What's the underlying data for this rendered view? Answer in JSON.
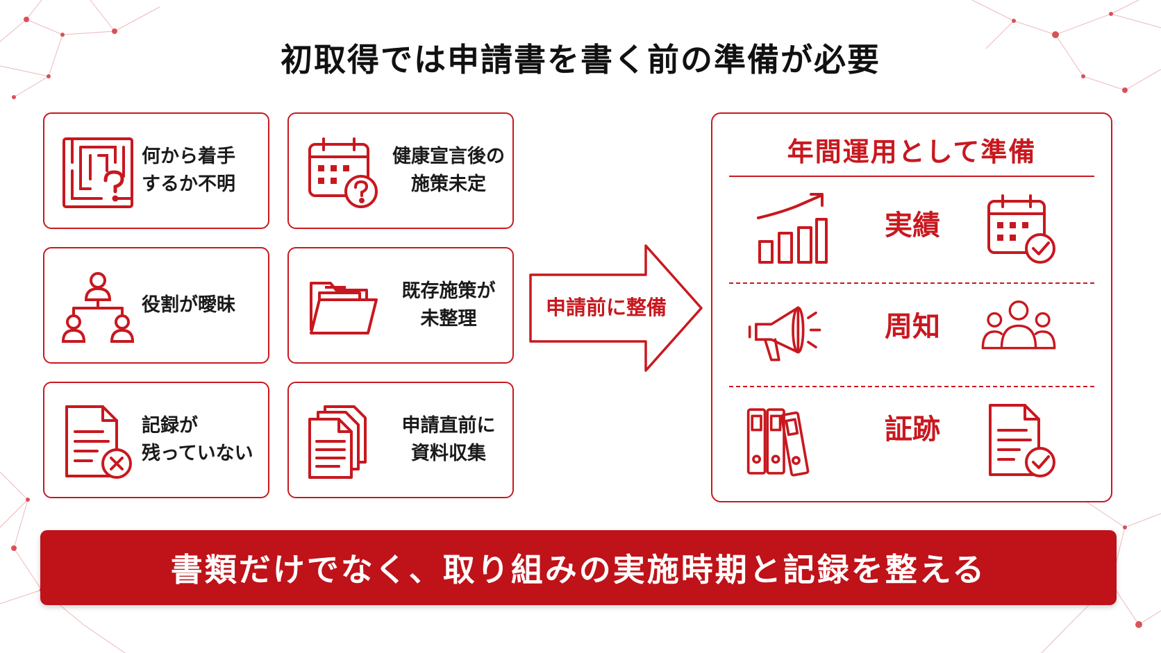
{
  "title": "初取得では申請書を書く前の準備が必要",
  "colors": {
    "accent": "#c8181f",
    "banner": "#bf1219",
    "text": "#1a1a1a"
  },
  "problems": [
    {
      "icon": "maze-question-icon",
      "lines": [
        "何から着手",
        "するか不明"
      ]
    },
    {
      "icon": "calendar-question-icon",
      "lines": [
        "健康宣言後の",
        "施策未定"
      ]
    },
    {
      "icon": "org-chart-icon",
      "lines": [
        "役割が曖昧"
      ]
    },
    {
      "icon": "folder-icon",
      "lines": [
        "既存施策が",
        "未整理"
      ]
    },
    {
      "icon": "document-x-icon",
      "lines": [
        "記録が",
        "残っていない"
      ]
    },
    {
      "icon": "stacked-documents-icon",
      "lines": [
        "申請直前に",
        "資料収集"
      ]
    }
  ],
  "arrow_label": "申請前に整備",
  "panel": {
    "title": "年間運用として準備",
    "rows": [
      {
        "label": "実績",
        "left_icon": "rising-bar-chart-icon",
        "right_icon": "calendar-check-icon"
      },
      {
        "label": "周知",
        "left_icon": "megaphone-icon",
        "right_icon": "group-people-icon"
      },
      {
        "label": "証跡",
        "left_icon": "binders-icon",
        "right_icon": "document-check-icon"
      }
    ]
  },
  "banner_text": "書類だけでなく、取り組みの実施時期と記録を整える"
}
